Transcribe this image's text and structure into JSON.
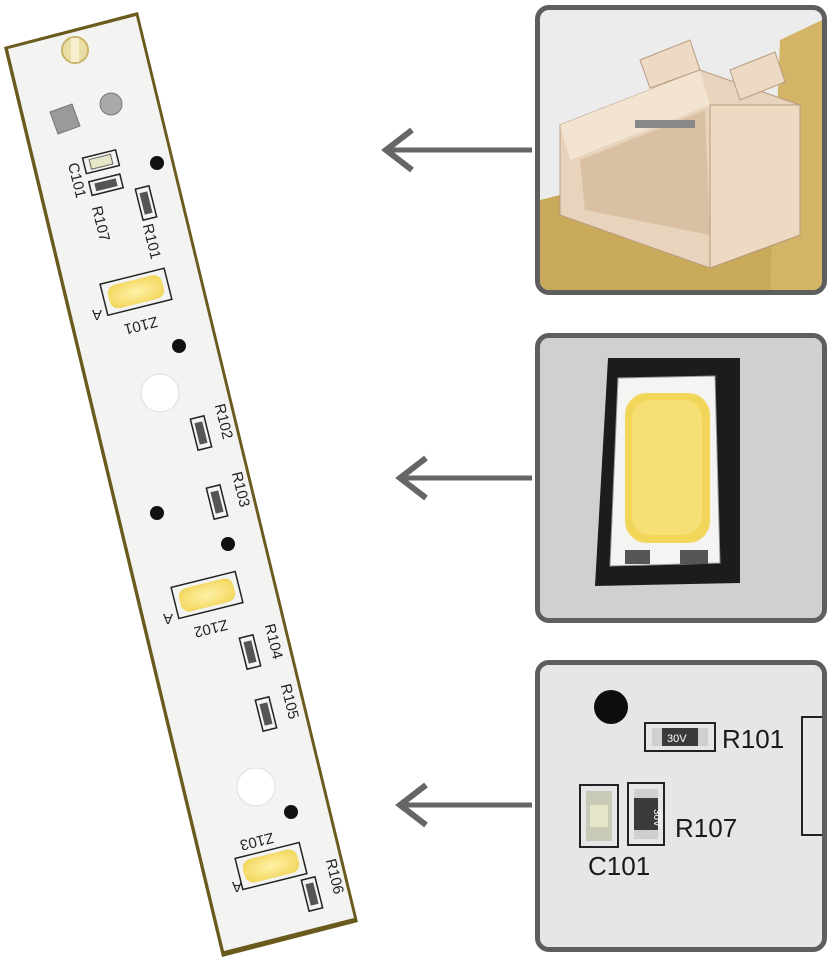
{
  "board": {
    "labels": {
      "c101": "C101",
      "r107": "R107",
      "r101": "R101",
      "z101": "Z101",
      "a1": "A",
      "r102": "R102",
      "r103": "R103",
      "z102": "Z102",
      "a2": "A",
      "r104": "R104",
      "r105": "R105",
      "z103": "Z103",
      "a3": "A",
      "r106": "R106"
    }
  },
  "zoom_resistors": {
    "r101": "R101",
    "r107": "R107",
    "c101": "C101",
    "code_r101": "30V",
    "code_r107": "30V"
  },
  "colors": {
    "board": "#f3f3f1",
    "board_edge": "#6b5a1e",
    "led": "#f6e07a",
    "arrow": "#666666",
    "panel_border": "#5e5e5e"
  }
}
